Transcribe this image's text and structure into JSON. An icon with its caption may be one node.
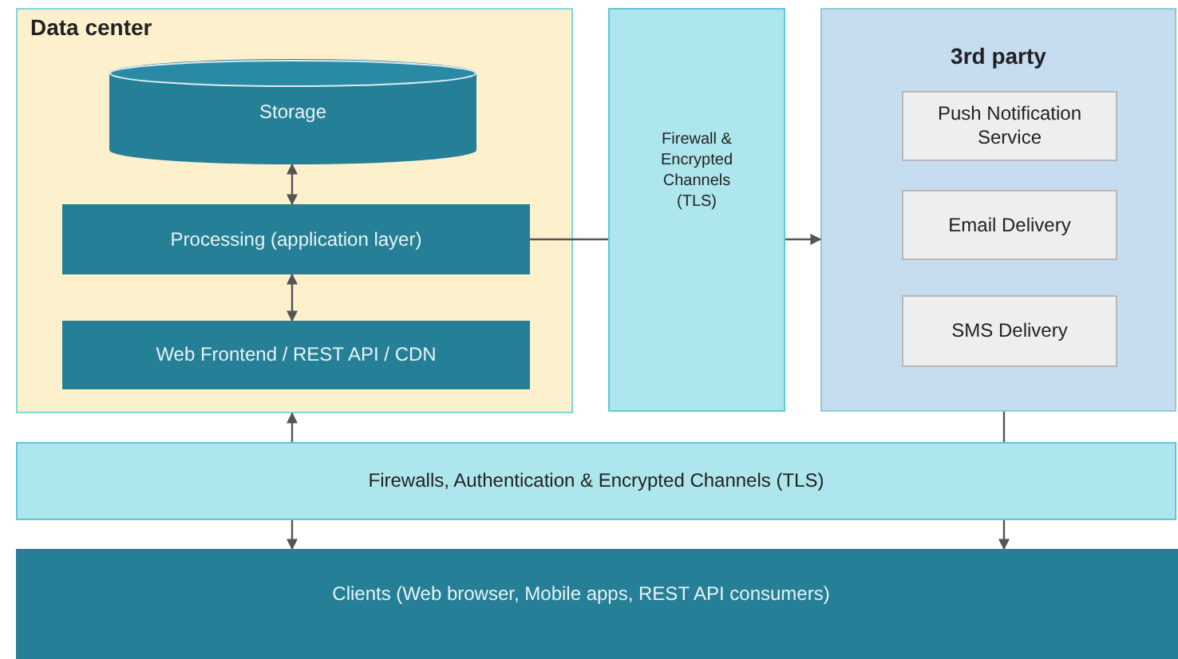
{
  "diagram": {
    "nodes": [
      {
        "text": [
          "Data center"
        ]
      },
      {
        "text": [
          "Storage"
        ],
        "in": 0
      },
      {
        "text": [
          "Processing (application layer)"
        ],
        "in": 0
      },
      {
        "text": [
          "Web Frontend / REST API / CDN"
        ],
        "in": 0
      },
      {
        "text": [
          "Firewall & Encrypted Channels (TLS)"
        ]
      },
      {
        "text": [
          "3rd party"
        ]
      },
      {
        "text": [
          "Push Notification Service"
        ],
        "in": 5
      },
      {
        "text": [
          "Email Delivery"
        ],
        "in": 5
      },
      {
        "text": [
          "SMS Delivery"
        ],
        "in": 5
      },
      {
        "text": [
          "Firewalls, Authentication & Encrypted Channels (TLS)"
        ]
      },
      {
        "text": [
          "Clients (Web browser, Mobile apps, REST API consumers)"
        ]
      }
    ],
    "edges": [
      {
        "from": 1,
        "to": 2,
        "arrow": "both"
      },
      {
        "from": 2,
        "to": 3,
        "arrow": "both"
      },
      {
        "from": 2,
        "to": 4,
        "arrow": "none"
      },
      {
        "from": 4,
        "to": 5,
        "arrow": "to"
      },
      {
        "from": 9,
        "to": 0,
        "arrow": "to"
      },
      {
        "from": 9,
        "to": 10,
        "arrow": "to"
      },
      {
        "from": 5,
        "to": 9,
        "arrow": "none"
      },
      {
        "from": 9,
        "to": 10,
        "arrow": "to"
      }
    ]
  }
}
